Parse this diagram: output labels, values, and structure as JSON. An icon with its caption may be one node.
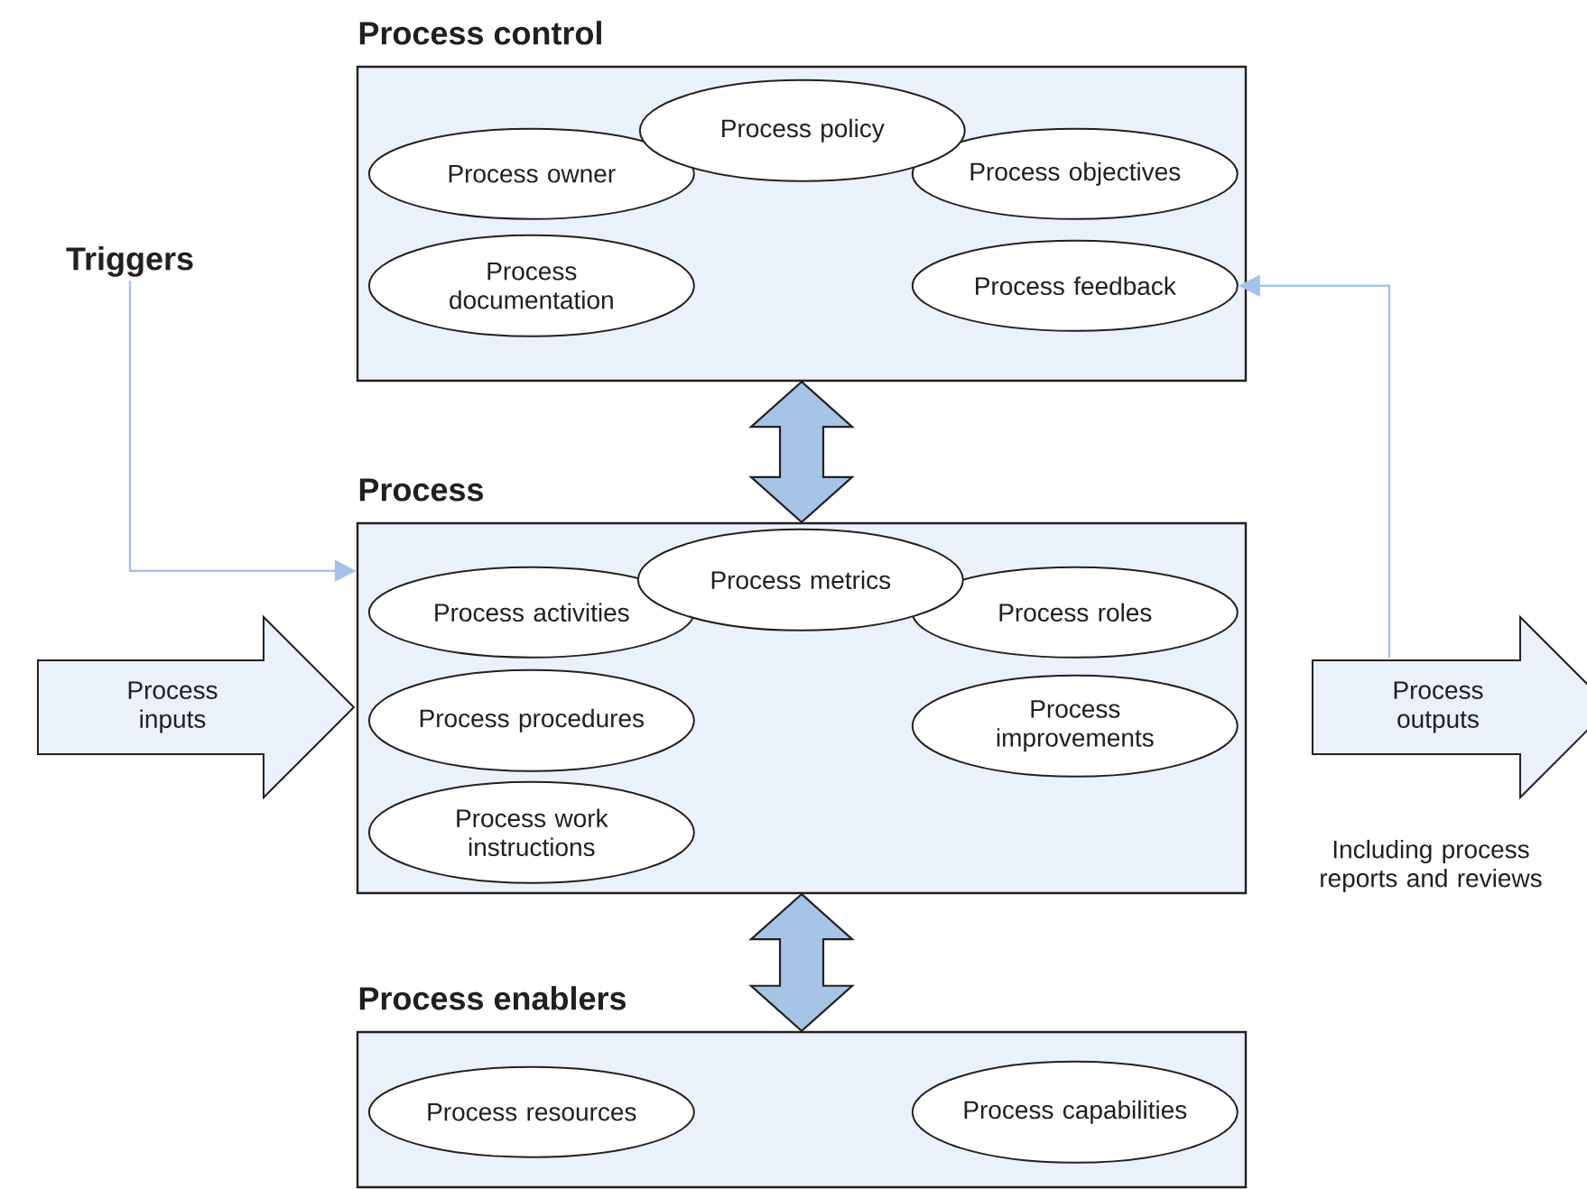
{
  "diagram": {
    "nodes": [
      {
        "text": [
          "Process control"
        ]
      },
      {
        "text": [
          "Process policy"
        ],
        "in": 0
      },
      {
        "text": [
          "Process owner"
        ],
        "in": 0
      },
      {
        "text": [
          "Process objectives"
        ],
        "in": 0
      },
      {
        "text": [
          "Process documentation"
        ],
        "in": 0
      },
      {
        "text": [
          "Process feedback"
        ],
        "in": 0
      },
      {
        "text": [
          "Triggers"
        ]
      },
      {
        "text": [
          "Process"
        ]
      },
      {
        "text": [
          "Process metrics"
        ],
        "in": 7
      },
      {
        "text": [
          "Process activities"
        ],
        "in": 7
      },
      {
        "text": [
          "Process roles"
        ],
        "in": 7
      },
      {
        "text": [
          "Process procedures"
        ],
        "in": 7
      },
      {
        "text": [
          "Process improvements"
        ],
        "in": 7
      },
      {
        "text": [
          "Process work instructions"
        ],
        "in": 7
      },
      {
        "text": [
          "Process inputs"
        ]
      },
      {
        "text": [
          "Process outputs"
        ],
        "beside": [
          "Including process reports and reviews"
        ]
      },
      {
        "text": [
          "Process enablers"
        ]
      },
      {
        "text": [
          "Process resources"
        ],
        "in": 16
      },
      {
        "text": [
          "Process capabilities"
        ],
        "in": 16
      }
    ],
    "edges": [
      {
        "from": 6,
        "to": 7,
        "arrow": "to"
      },
      {
        "from": 15,
        "to": 5,
        "arrow": "to"
      },
      {
        "from": 0,
        "to": 7,
        "arrow": "both",
        "style": "thick"
      },
      {
        "from": 7,
        "to": 16,
        "arrow": "both",
        "style": "thick"
      }
    ]
  }
}
